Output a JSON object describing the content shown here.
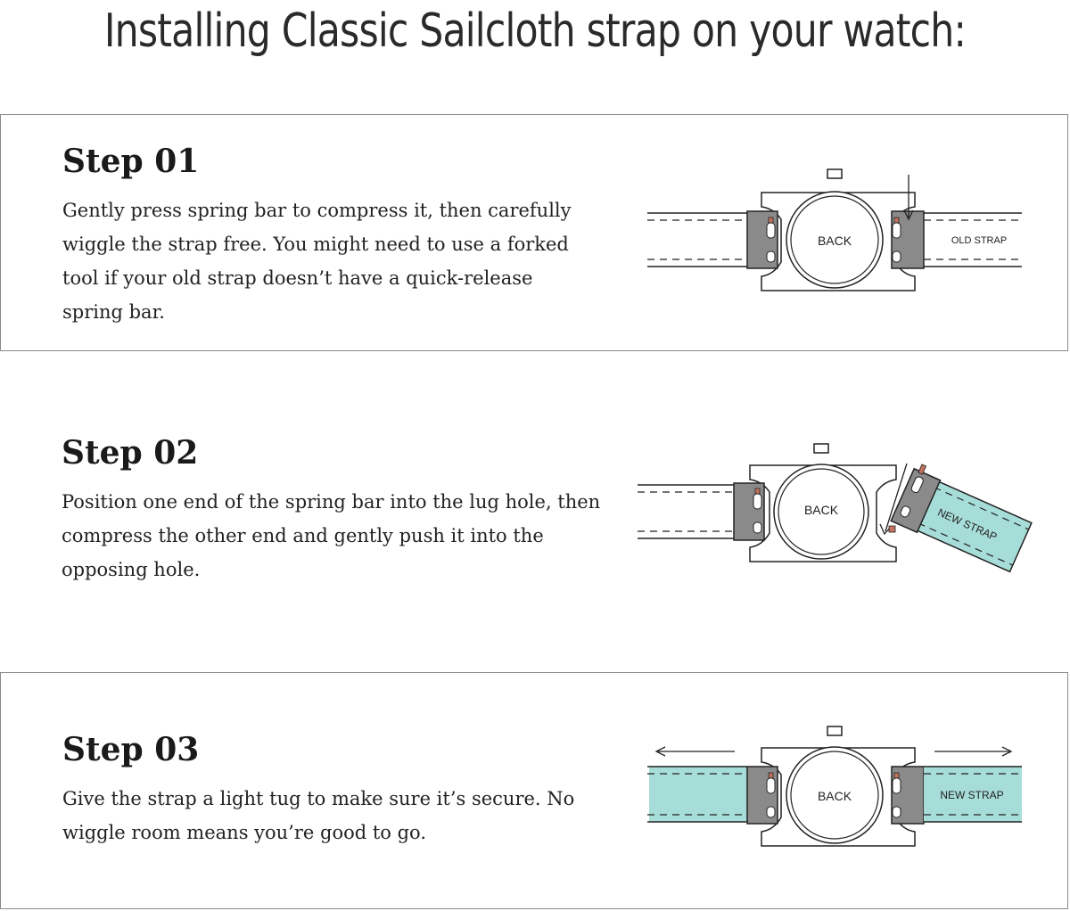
{
  "title": "Installing Classic Sailcloth strap on your watch:",
  "colors": {
    "new_strap": "#a7ddd8",
    "lug_block": "#8a8a8a",
    "spring_bar_tip": "#c0725e",
    "border": "#8a8a8a"
  },
  "steps": [
    {
      "heading": "Step 01",
      "text": "Gently press spring bar to compress it, then carefully wiggle the strap free. You might need to use a forked tool if your old strap doesn’t have a quick-release spring bar.",
      "diagram": {
        "case_label": "BACK",
        "strap_label": "OLD STRAP"
      }
    },
    {
      "heading": "Step 02",
      "text": "Position one end of the spring bar into the lug hole, then compress the other end and gently push it into the opposing hole.",
      "diagram": {
        "case_label": "BACK",
        "strap_label": "NEW STRAP"
      }
    },
    {
      "heading": "Step 03",
      "text": "Give the strap a light tug to make sure it’s secure. No wiggle room means you’re good to go.",
      "diagram": {
        "case_label": "BACK",
        "strap_label": "NEW STRAP"
      }
    }
  ]
}
